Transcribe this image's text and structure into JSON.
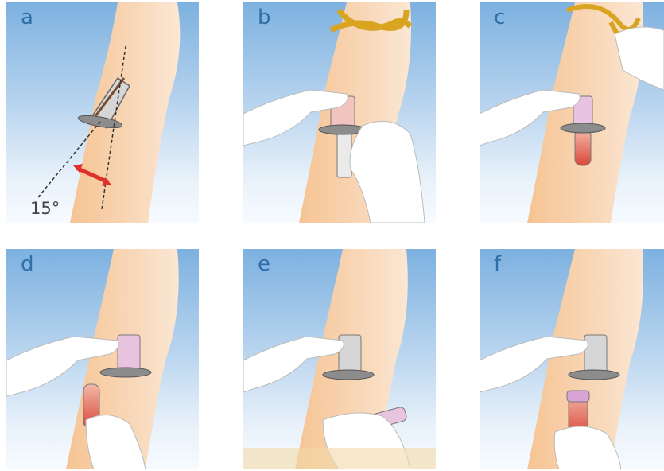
{
  "panels": [
    {
      "label": "a",
      "angle_text": "15°"
    },
    {
      "label": "b"
    },
    {
      "label": "c"
    },
    {
      "label": "d"
    },
    {
      "label": "e"
    },
    {
      "label": "f"
    }
  ],
  "colors": {
    "sky": "#7db1e0",
    "skin": "#f4c9a0",
    "glove": "#ffffff",
    "tourniquet": "#d9a521",
    "blood": "#d9483a",
    "angle_arrow": "#e0302a"
  }
}
